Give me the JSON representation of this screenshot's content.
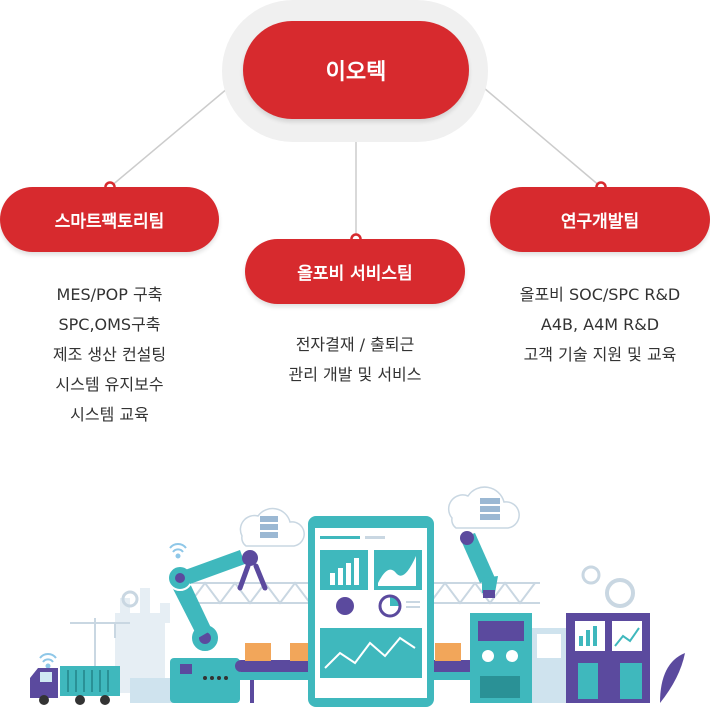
{
  "root": {
    "label": "이오텍"
  },
  "teams": [
    {
      "name": "스마트팩토리팀",
      "items": [
        "MES/POP 구축",
        "SPC,OMS구축",
        "제조 생산 컨설팅",
        "시스템 유지보수",
        "시스템 교육"
      ]
    },
    {
      "name": "올포비 서비스팀",
      "items": [
        "전자결재 / 출퇴근",
        "관리 개발 및 서비스"
      ]
    },
    {
      "name": "연구개발팀",
      "items": [
        "올포비 SOC/SPC R&D",
        "A4B, A4M R&D",
        "고객 기술 지원 및 교육"
      ]
    }
  ],
  "colors": {
    "accent": "#d72a2e",
    "teal": "#3fb8bd",
    "purple": "#5b4a9e"
  },
  "illustration": {
    "subject": "smart factory production line with robot arms, tablet dashboard, truck and machines"
  }
}
